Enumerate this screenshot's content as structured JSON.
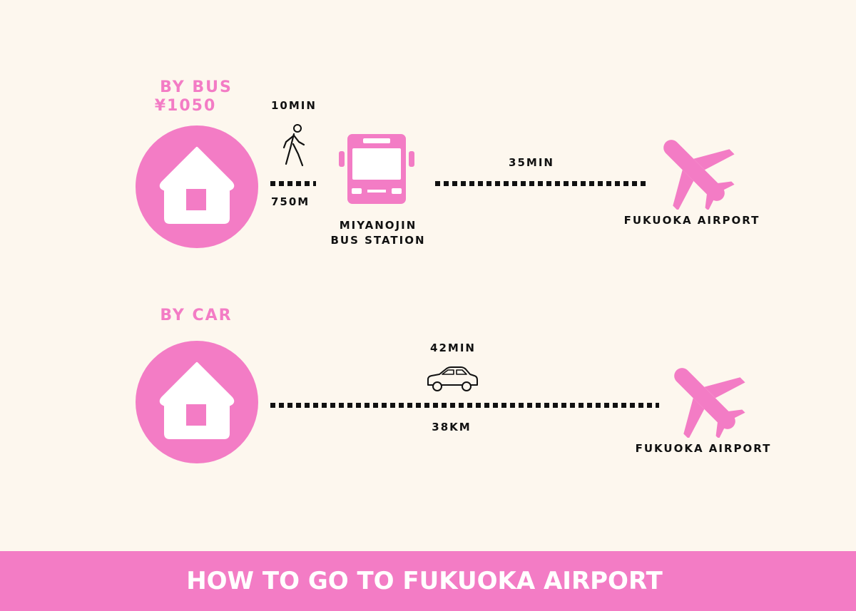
{
  "colors": {
    "background": "#fdf7ee",
    "accent": "#f37cc5",
    "text": "#111111",
    "banner_text": "#ffffff"
  },
  "bus_route": {
    "title": "BY BUS",
    "fare": "¥1050",
    "walk_time": "10MIN",
    "walk_distance": "750M",
    "station_name_line1": "MIYANOJIN",
    "station_name_line2": "BUS STATION",
    "bus_time": "35MIN",
    "destination": "FUKUOKA AIRPORT",
    "icons": [
      "home-icon",
      "walking-person-icon",
      "bus-icon",
      "airplane-icon"
    ]
  },
  "car_route": {
    "title": "BY CAR",
    "drive_time": "42MIN",
    "drive_distance": "38KM",
    "destination": "FUKUOKA AIRPORT",
    "icons": [
      "home-icon",
      "car-icon",
      "airplane-icon"
    ]
  },
  "banner": {
    "title": "HOW TO GO TO FUKUOKA AIRPORT"
  }
}
